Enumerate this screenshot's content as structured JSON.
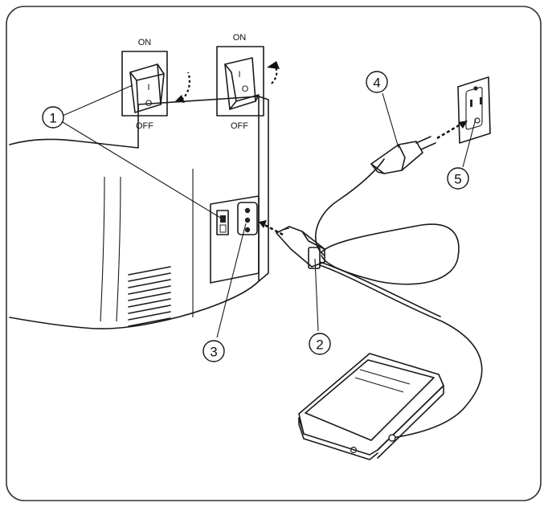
{
  "switch_left": {
    "on_label": "ON",
    "off_label": "OFF",
    "on_mark": "I",
    "off_mark": "O"
  },
  "switch_right": {
    "on_label": "ON",
    "off_label": "OFF",
    "on_mark": "I",
    "off_mark": "O"
  },
  "callouts": [
    "1",
    "2",
    "3",
    "4",
    "5"
  ]
}
